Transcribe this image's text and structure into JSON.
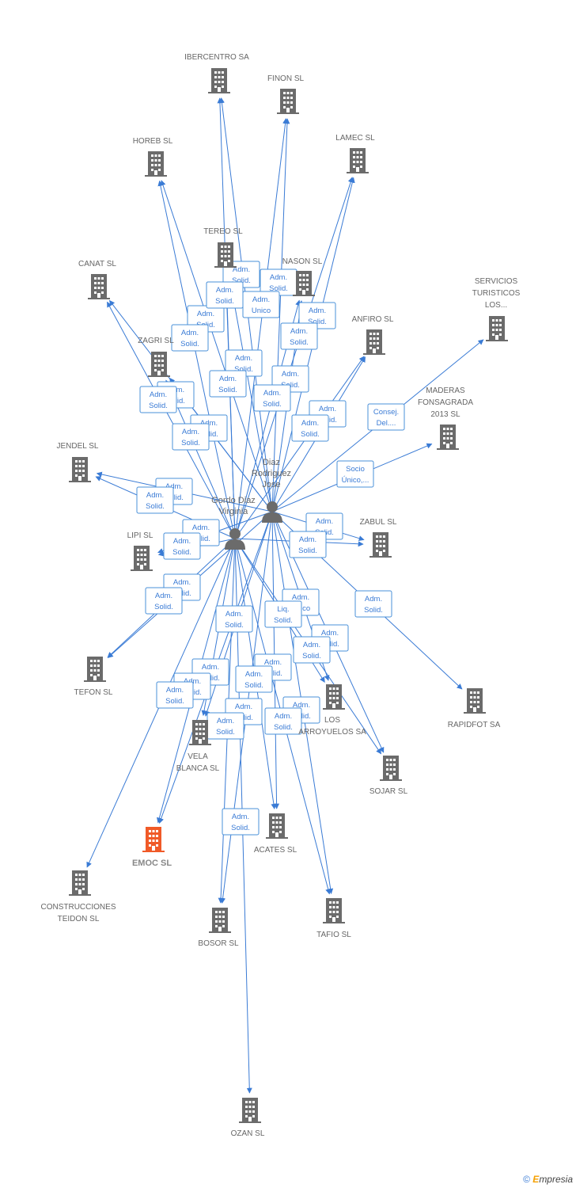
{
  "persons": [
    {
      "id": "diaz",
      "label": [
        "Diaz",
        "Rodriguez",
        "Jose"
      ]
    },
    {
      "id": "gordo",
      "label": [
        "Gordo Diaz",
        "Virginia"
      ]
    }
  ],
  "companies": [
    {
      "id": "ibercentro",
      "label": [
        "IBERCENTRO SA"
      ]
    },
    {
      "id": "finon",
      "label": [
        "FINON SL"
      ]
    },
    {
      "id": "horeb",
      "label": [
        "HOREB SL"
      ]
    },
    {
      "id": "lamec",
      "label": [
        "LAMEC SL"
      ]
    },
    {
      "id": "tereo",
      "label": [
        "TEREO SL"
      ]
    },
    {
      "id": "nason",
      "label": [
        "NASON SL"
      ]
    },
    {
      "id": "canat",
      "label": [
        "CANAT SL"
      ]
    },
    {
      "id": "servicios",
      "label": [
        "SERVICIOS",
        "TURISTICOS",
        "LOS..."
      ]
    },
    {
      "id": "anfiro",
      "label": [
        "ANFIRO SL"
      ]
    },
    {
      "id": "zagri",
      "label": [
        "ZAGRI SL"
      ]
    },
    {
      "id": "maderas",
      "label": [
        "MADERAS",
        "FONSAGRADA",
        "2013 SL"
      ]
    },
    {
      "id": "jendel",
      "label": [
        "JENDEL SL"
      ]
    },
    {
      "id": "zabul",
      "label": [
        "ZABUL SL"
      ]
    },
    {
      "id": "lipi",
      "label": [
        "LIPI SL"
      ]
    },
    {
      "id": "tefon",
      "label": [
        "TEFON SL"
      ]
    },
    {
      "id": "rapidfot",
      "label": [
        "RAPIDFOT SA"
      ]
    },
    {
      "id": "losarroyuelos",
      "label": [
        "LOS",
        "ARROYUELOS SA"
      ]
    },
    {
      "id": "vela",
      "label": [
        "VELA",
        "BLANCA SL"
      ]
    },
    {
      "id": "sojar",
      "label": [
        "SOJAR SL"
      ]
    },
    {
      "id": "emoc",
      "label": [
        "EMOC SL"
      ],
      "focus": true
    },
    {
      "id": "acates",
      "label": [
        "ACATES SL"
      ]
    },
    {
      "id": "construcciones",
      "label": [
        "CONSTRUCCIONES",
        "TEIDON SL"
      ]
    },
    {
      "id": "bosor",
      "label": [
        "BOSOR SL"
      ]
    },
    {
      "id": "tafio",
      "label": [
        "TAFIO SL"
      ]
    },
    {
      "id": "ozan",
      "label": [
        "OZAN SL"
      ]
    }
  ],
  "edges": [
    {
      "from": "diaz",
      "to": "ibercentro"
    },
    {
      "from": "gordo",
      "to": "ibercentro"
    },
    {
      "from": "diaz",
      "to": "finon"
    },
    {
      "from": "gordo",
      "to": "finon"
    },
    {
      "from": "diaz",
      "to": "horeb"
    },
    {
      "from": "gordo",
      "to": "horeb"
    },
    {
      "from": "diaz",
      "to": "lamec"
    },
    {
      "from": "gordo",
      "to": "lamec"
    },
    {
      "from": "diaz",
      "to": "tereo"
    },
    {
      "from": "gordo",
      "to": "tereo"
    },
    {
      "from": "diaz",
      "to": "nason"
    },
    {
      "from": "gordo",
      "to": "nason"
    },
    {
      "from": "diaz",
      "to": "canat"
    },
    {
      "from": "gordo",
      "to": "canat"
    },
    {
      "from": "diaz",
      "to": "servicios"
    },
    {
      "from": "diaz",
      "to": "anfiro"
    },
    {
      "from": "gordo",
      "to": "anfiro"
    },
    {
      "from": "diaz",
      "to": "zagri"
    },
    {
      "from": "gordo",
      "to": "zagri"
    },
    {
      "from": "diaz",
      "to": "maderas"
    },
    {
      "from": "diaz",
      "to": "jendel"
    },
    {
      "from": "gordo",
      "to": "jendel"
    },
    {
      "from": "diaz",
      "to": "zabul"
    },
    {
      "from": "gordo",
      "to": "zabul"
    },
    {
      "from": "diaz",
      "to": "lipi"
    },
    {
      "from": "gordo",
      "to": "lipi"
    },
    {
      "from": "diaz",
      "to": "tefon"
    },
    {
      "from": "gordo",
      "to": "tefon"
    },
    {
      "from": "diaz",
      "to": "rapidfot"
    },
    {
      "from": "diaz",
      "to": "losarroyuelos"
    },
    {
      "from": "gordo",
      "to": "losarroyuelos"
    },
    {
      "from": "diaz",
      "to": "vela"
    },
    {
      "from": "gordo",
      "to": "vela"
    },
    {
      "from": "diaz",
      "to": "sojar"
    },
    {
      "from": "gordo",
      "to": "sojar"
    },
    {
      "from": "diaz",
      "to": "emoc"
    },
    {
      "from": "gordo",
      "to": "emoc"
    },
    {
      "from": "diaz",
      "to": "acates"
    },
    {
      "from": "gordo",
      "to": "acates"
    },
    {
      "from": "gordo",
      "to": "construcciones"
    },
    {
      "from": "diaz",
      "to": "bosor"
    },
    {
      "from": "gordo",
      "to": "bosor"
    },
    {
      "from": "diaz",
      "to": "tafio"
    },
    {
      "from": "gordo",
      "to": "tafio"
    },
    {
      "from": "gordo",
      "to": "ozan"
    }
  ],
  "relation_boxes": [
    {
      "lines": [
        "Adm.",
        "Solid."
      ]
    },
    {
      "lines": [
        "Adm.",
        "Solid."
      ]
    },
    {
      "lines": [
        "Adm.",
        "Solid."
      ]
    },
    {
      "lines": [
        "Adm.",
        "Solid."
      ]
    },
    {
      "lines": [
        "Adm.",
        "Solid."
      ]
    },
    {
      "lines": [
        "Adm.",
        "Solid."
      ]
    },
    {
      "lines": [
        "Adm.",
        "Solid."
      ]
    },
    {
      "lines": [
        "Adm.",
        "Solid."
      ]
    },
    {
      "lines": [
        "Adm.",
        "Solid."
      ]
    },
    {
      "lines": [
        "Adm.",
        "Solid."
      ]
    },
    {
      "lines": [
        "Adm.",
        "Solid."
      ]
    },
    {
      "lines": [
        "Adm.",
        "Solid."
      ]
    },
    {
      "lines": [
        "Adm.",
        "Solid."
      ]
    },
    {
      "lines": [
        "Adm.",
        "Solid."
      ]
    },
    {
      "lines": [
        "Adm.",
        "Solid."
      ]
    },
    {
      "lines": [
        "Adm.",
        "Solid."
      ]
    },
    {
      "lines": [
        "Adm.",
        "Solid."
      ]
    },
    {
      "lines": [
        "Adm.",
        "Solid."
      ]
    },
    {
      "lines": [
        "Adm.",
        "Solid."
      ]
    },
    {
      "lines": [
        "Adm.",
        "Solid."
      ]
    },
    {
      "lines": [
        "Consej.",
        "Del...."
      ]
    },
    {
      "lines": [
        "Socio",
        "Único,..."
      ]
    },
    {
      "lines": [
        "Adm.",
        "Solid."
      ]
    },
    {
      "lines": [
        "Adm.",
        "Solid."
      ]
    },
    {
      "lines": [
        "Adm.",
        "Solid."
      ]
    },
    {
      "lines": [
        "Adm.",
        "Solid."
      ]
    },
    {
      "lines": [
        "Adm.",
        "Solid."
      ]
    },
    {
      "lines": [
        "Adm.",
        "Solid."
      ]
    },
    {
      "lines": [
        "Adm.",
        "Solid."
      ]
    },
    {
      "lines": [
        "Adm.",
        "Solid."
      ]
    },
    {
      "lines": [
        "Adm.",
        "Unico"
      ]
    },
    {
      "lines": [
        "Liq.",
        "Solid."
      ]
    },
    {
      "lines": [
        "Adm.",
        "Solid."
      ]
    },
    {
      "lines": [
        "Adm.",
        "Solid."
      ]
    },
    {
      "lines": [
        "Adm.",
        "Solid."
      ]
    },
    {
      "lines": [
        "Adm.",
        "Solid."
      ]
    },
    {
      "lines": [
        "Adm.",
        "Solid."
      ]
    },
    {
      "lines": [
        "Adm.",
        "Solid."
      ]
    },
    {
      "lines": [
        "Adm.",
        "Solid."
      ]
    },
    {
      "lines": [
        "Adm.",
        "Solid."
      ]
    },
    {
      "lines": [
        "Adm.",
        "Solid."
      ]
    },
    {
      "lines": [
        "Adm.",
        "Solid."
      ]
    },
    {
      "lines": [
        "Adm.",
        "Solid."
      ]
    },
    {
      "lines": [
        "Adm.",
        "Solid."
      ]
    },
    {
      "lines": [
        "Adm.",
        "Solid."
      ]
    },
    {
      "lines": [
        "Adm.",
        "Solid."
      ]
    },
    {
      "lines": [
        "Adm.",
        "Solid."
      ]
    },
    {
      "lines": [
        "Adm.",
        "Unico"
      ]
    }
  ],
  "colors": {
    "edge": "#3a7bd5",
    "building": "#6b6b6b",
    "focus_building": "#f05a28",
    "person": "#6b6b6b"
  },
  "icons": {
    "company": "building-icon",
    "person": "person-icon"
  },
  "footer": {
    "copyright": "©",
    "brand": "mpresia",
    "brand_initial": "E"
  }
}
